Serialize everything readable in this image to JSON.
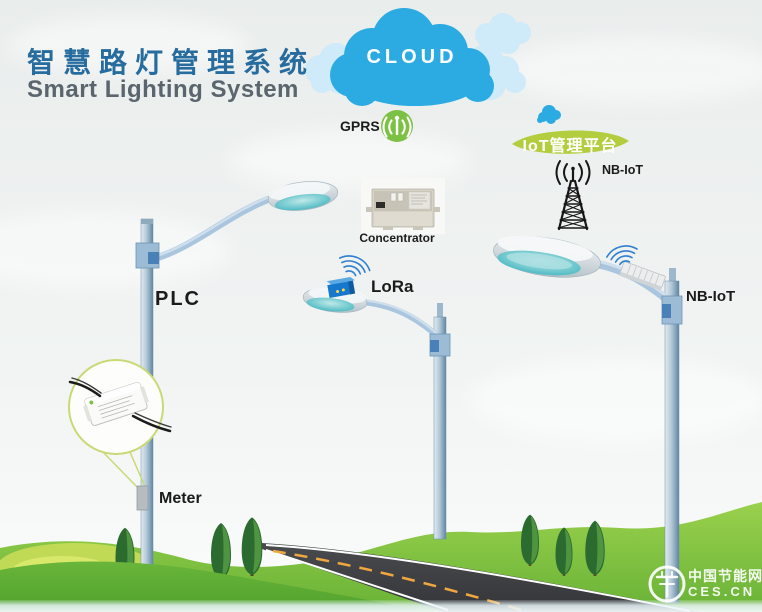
{
  "title": {
    "zh": "智慧路灯管理系统",
    "en": "Smart Lighting System"
  },
  "cloud": {
    "label": "CLOUD"
  },
  "platform": {
    "label": "IoT管理平台"
  },
  "tower": {
    "label": "NB-IoT"
  },
  "gprs": {
    "label": "GPRS"
  },
  "concentrator": {
    "label": "Concentrator"
  },
  "lights": {
    "plc": {
      "label": "PLC",
      "meter": "Meter"
    },
    "lora": {
      "label": "LoRa"
    },
    "nbiot": {
      "label": "NB-IoT"
    }
  },
  "watermark": {
    "name_zh": "中国节能网",
    "name_en": "CES.CN"
  },
  "colors": {
    "cloud_blue": "#2babe1",
    "pale_cloud_blue": "#cfeaf8",
    "platform_green": "#b2ce3e",
    "gprs_green": "#7cc143",
    "title_blue": "#266c9e",
    "subtitle_gray": "#5b656d",
    "device_blue": "#1678cc",
    "lamp_glass_teal": "#49b9c0",
    "grass_green": "#6cb438",
    "road_gray": "#3d4044",
    "road_center_line": "#f0a73f",
    "pole_blue": "#9db8cc",
    "wave_blue": "#2f7fd0"
  }
}
